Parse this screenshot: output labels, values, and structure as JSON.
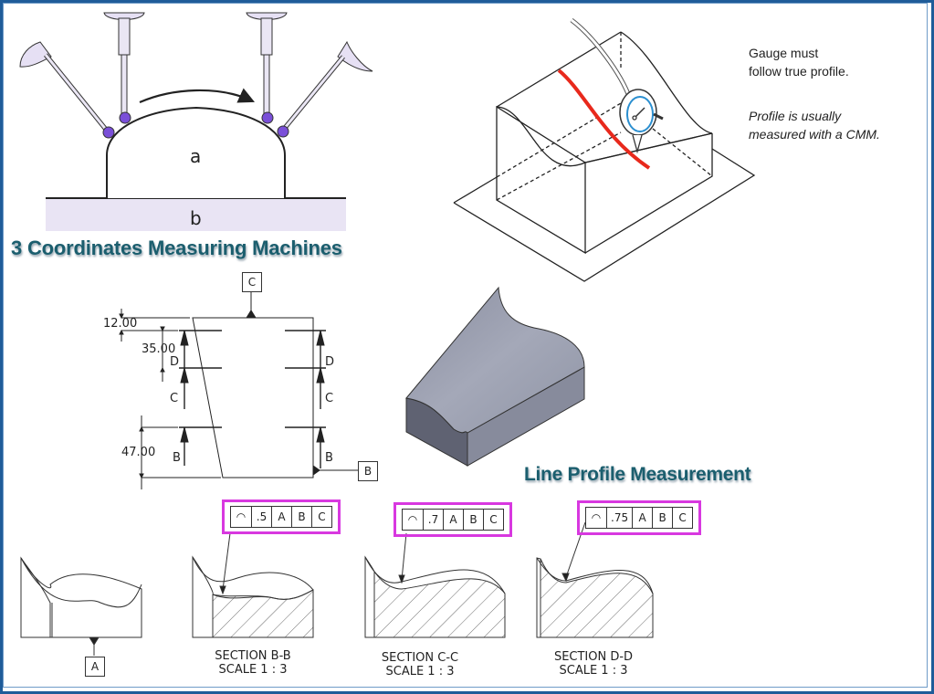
{
  "titles": {
    "cmm": "3 Coordinates Measuring Machines",
    "line_profile": "Line Profile Measurement"
  },
  "cmm_diagram": {
    "part_label": "a",
    "base_label": "b",
    "probe_count": 4,
    "probe_color": "#7a4fd8",
    "base_color": "#e9e4f4"
  },
  "gauge_diagram": {
    "note_1_line_1": "Gauge must",
    "note_1_line_2": "follow true profile.",
    "note_2_line_1": "Profile is usually",
    "note_2_line_2": "measured with a CMM.",
    "profile_color": "#e8291c",
    "dial_color": "#2b8fd0"
  },
  "drawing": {
    "datum_c": "C",
    "datum_b": "B",
    "datum_a": "A",
    "dim_12": "12.00",
    "dim_35": "35.00",
    "dim_47": "47.00",
    "section_letters_left": [
      "D",
      "C",
      "B"
    ],
    "section_letters_right": [
      "D",
      "C",
      "B"
    ]
  },
  "sections": [
    {
      "name": "SECTION B-B",
      "scale": "SCALE 1 : 3",
      "fcf": {
        "symbol": "profile-of-line",
        "tolerance": ".5",
        "datums": [
          "A",
          "B",
          "C"
        ]
      }
    },
    {
      "name": "SECTION C-C",
      "scale": "SCALE 1 : 3",
      "fcf": {
        "symbol": "profile-of-line",
        "tolerance": ".7",
        "datums": [
          "A",
          "B",
          "C"
        ]
      }
    },
    {
      "name": "SECTION D-D",
      "scale": "SCALE 1 : 3",
      "fcf": {
        "symbol": "profile-of-line",
        "tolerance": ".75",
        "datums": [
          "A",
          "B",
          "C"
        ]
      }
    }
  ],
  "colors": {
    "frame_border": "#1f5c99",
    "title_text": "#1b5e6e",
    "fcf_highlight": "#d838e0",
    "solid_part": "#8f93a3"
  }
}
